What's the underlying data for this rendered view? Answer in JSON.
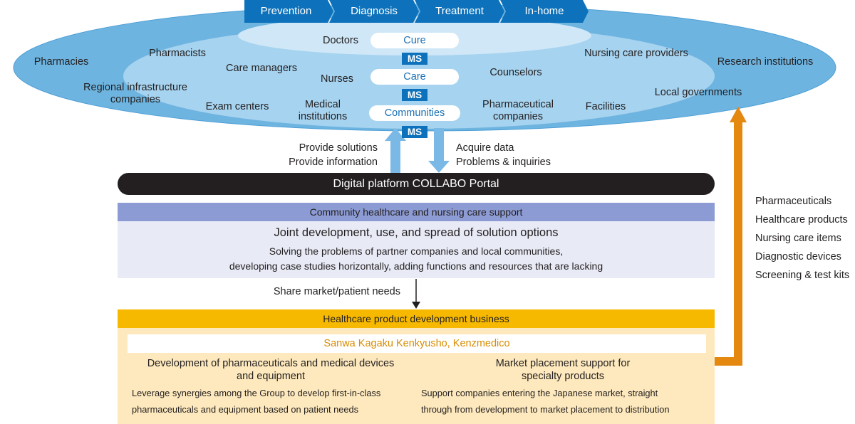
{
  "stages": [
    "Prevention",
    "Diagnosis",
    "Treatment",
    "In-home"
  ],
  "ellipse": {
    "outer_left": [
      "Pharmacies",
      "Regional infrastructure\ncompanies"
    ],
    "outer_right": [
      "Research institutions",
      "Local governments"
    ],
    "middle": {
      "pharmacists": "Pharmacists",
      "care_managers": "Care managers",
      "exam_centers": "Exam centers",
      "medical_institutions": "Medical\ninstitutions",
      "nursing_care_providers": "Nursing care providers",
      "counselors": "Counselors",
      "pharmaceutical_companies": "Pharmaceutical\ncompanies",
      "facilities": "Facilities"
    },
    "inner": {
      "doctors": "Doctors",
      "nurses": "Nurses"
    },
    "rings": [
      "Cure",
      "Care",
      "Communities"
    ],
    "ms": [
      "MS",
      "MS",
      "MS"
    ]
  },
  "flows": {
    "up_text": "Provide solutions\nProvide information",
    "down_text": "Acquire data\nProblems & inquiries"
  },
  "portal": {
    "title": "Digital platform COLLABO Portal"
  },
  "community": {
    "header": "Community healthcare and nursing care support",
    "title": "Joint development, use, and spread of solution options",
    "body": "Solving the problems of partner companies and local communities,\ndeveloping case studies horizontally, adding functions and resources that are lacking"
  },
  "share_label": "Share market/patient needs",
  "business": {
    "header": "Healthcare product development business",
    "companies": "Sanwa Kagaku Kenkyusho, Kenzmedico",
    "left_title": "Development of pharmaceuticals and medical devices\nand equipment",
    "left_body": "Leverage synergies among the Group to develop first-in-class\npharmaceuticals and equipment based on patient needs",
    "right_title": "Market placement support for\nspecialty products",
    "right_body": "Support companies entering the Japanese market, straight\nthrough from development to market placement to distribution"
  },
  "products": [
    "Pharmaceuticals",
    "Healthcare products",
    "Nursing care items",
    "Diagnostic devices",
    "Screening & test kits"
  ],
  "colors": {
    "outer_ellipse": "#6eb4e0",
    "middle_ellipse": "#a6d3ef",
    "inner_ellipse": "#cfe7f7",
    "stage": "#0d72bb",
    "ms": "#0d72bb",
    "portal": "#231f20",
    "community_header": "#8c9bd3",
    "community_body": "#e8ebf6",
    "business_header": "#f7b900",
    "business_body": "#fde9bd",
    "orange_arrow": "#e4880f",
    "blue_arrow": "#7ab8e6"
  }
}
